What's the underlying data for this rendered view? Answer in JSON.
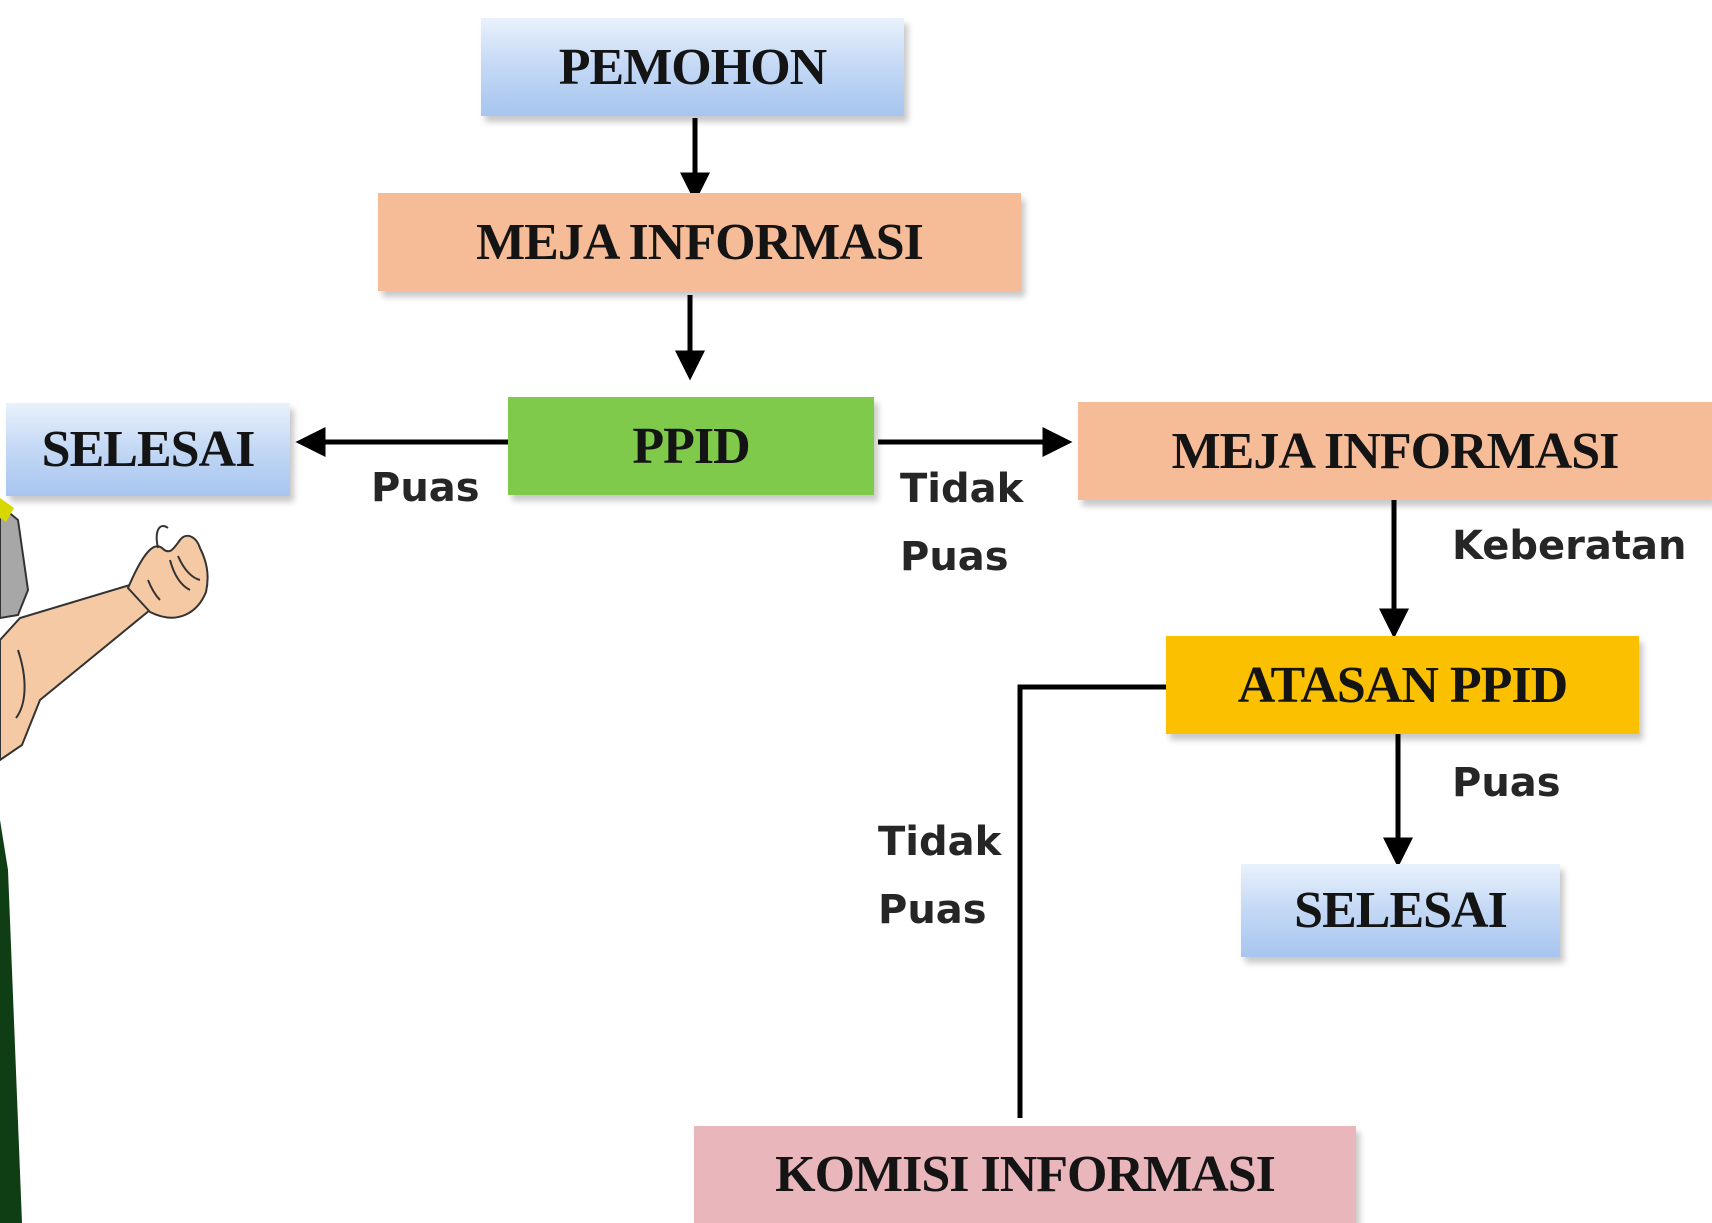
{
  "nodes": {
    "pemohon": "PEMOHON",
    "meja_informasi_top": "MEJA INFORMASI",
    "ppid": "PPID",
    "selesai_left": "SELESAI",
    "meja_informasi_right": "MEJA INFORMASI",
    "atasan_ppid": "ATASAN PPID",
    "selesai_right": "SELESAI",
    "komisi_informasi": "KOMISI INFORMASI"
  },
  "edges": {
    "puas_left": "Puas",
    "tidak_puas_right": [
      "Tidak",
      "Puas"
    ],
    "keberatan": "Keberatan",
    "puas_bottom": "Puas",
    "tidak_puas_komisi": [
      "Tidak",
      "Puas"
    ]
  },
  "colors": {
    "start_end_box": "#c3d8f5",
    "meja_box": "#f6bc98",
    "ppid_box": "#7fc94b",
    "atasan_box": "#fbc000",
    "komisi_box": "#e9b6bc"
  },
  "illustration": "pointing-hand-character"
}
